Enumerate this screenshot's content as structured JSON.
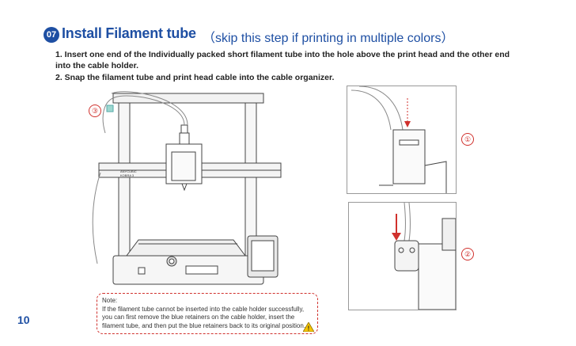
{
  "step": {
    "number": "07",
    "title": "Install Filament tube",
    "subtitle": "（skip this step if printing in multiple colors）"
  },
  "instructions": [
    "1. Insert one end of the Individually packed short filament tube into the hole above the print head and the other end",
    "into the cable holder.",
    "2. Snap the filament  tube and print head cable into the cable organizer."
  ],
  "callouts": {
    "one": "①",
    "two": "②",
    "three": "③"
  },
  "printer": {
    "brand_label": "ANYCUBIC",
    "model_label": "KOBRA 3"
  },
  "note": {
    "lines": [
      "Note:",
      "If the filament tube cannot be inserted into the cable holder successfully,",
      "you can first remove the blue retainers  on the cable holder, insert the",
      "filament tube, and then put the blue retainers  back to its original position."
    ]
  },
  "page_number": "10",
  "colors": {
    "accent": "#1e4fa3",
    "callout": "#d0312d",
    "warning": "#f5c400"
  }
}
